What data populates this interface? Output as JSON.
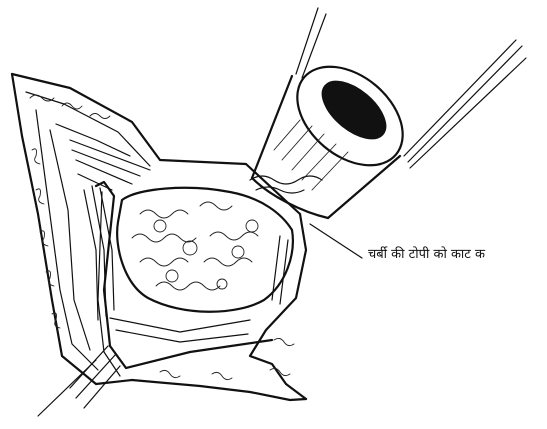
{
  "annotation": {
    "label": "चर्बी की टोपी को काट क"
  },
  "icons": {
    "illustration": "surgical-incision-illustration",
    "leader_line": "callout-leader-line"
  }
}
